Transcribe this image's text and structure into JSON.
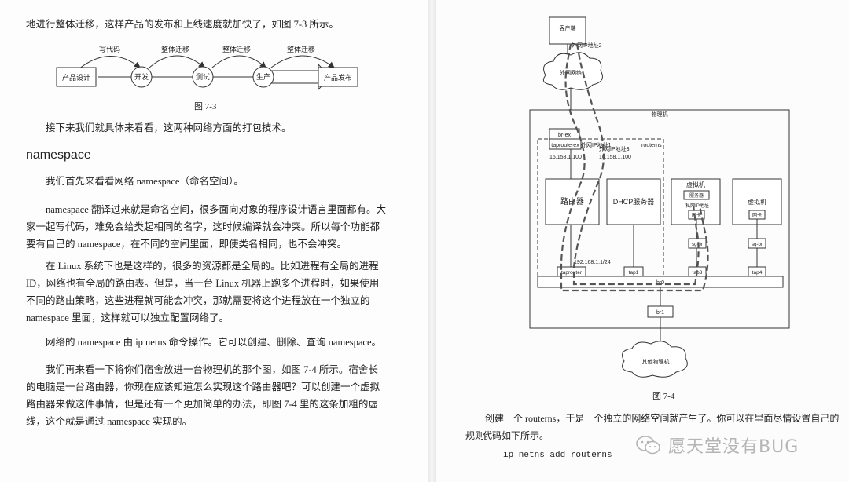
{
  "left": {
    "intro": "地进行整体迁移，这样产品的发布和上线速度就加快了，如图 7-3 所示。",
    "figure73": {
      "nodes": [
        "产品设计",
        "开发",
        "测试",
        "生产",
        "产品发布"
      ],
      "arrows": [
        "写代码",
        "整体迁移",
        "整体迁移",
        "整体迁移"
      ],
      "caption": "图 7-3"
    },
    "p1": "接下来我们就具体来看看，这两种网络方面的打包技术。",
    "heading": "namespace",
    "p2": "我们首先来看看网络 namespace（命名空间）。",
    "p3": "namespace 翻译过来就是命名空间，很多面向对象的程序设计语言里面都有。大家一起写代码，难免会给类起相同的名字，这时候编译就会冲突。所以每个功能都要有自己的 namespace，在不同的空间里面，即使类名相同，也不会冲突。",
    "p4": "在 Linux 系统下也是这样的，很多的资源都是全局的。比如进程有全局的进程 ID，网络也有全局的路由表。但是，当一台 Linux 机器上跑多个进程时，如果使用不同的路由策略，这些进程就可能会冲突，那就需要将这个进程放在一个独立的 namespace 里面，这样就可以独立配置网络了。",
    "p5": "网络的 namespace 由 ip netns 命令操作。它可以创建、删除、查询 namespace。",
    "p6": "我们再来看一下将你们宿舍放进一台物理机的那个图，如图 7-4 所示。宿舍长的电脑是一台路由器，你现在应该知道怎么实现这个路由器吧？可以创建一个虚拟路由器来做这件事情，但是还有一个更加简单的办法，即图 7-4 里的这条加粗的虚线，这个就是通过 namespace 实现的。"
  },
  "right": {
    "figure74": {
      "client": "客户端",
      "client_ip": "外网IP地址2",
      "internet": "外网网络",
      "physical": "物理机",
      "brex": "br-ex",
      "taprouterex": "taprouterex",
      "ext_ip1": "外网IP地址1",
      "ext_ip3": "外网IP地址3",
      "ip1": "16.158.1.100",
      "ip3": "16.158.1.100",
      "routerns": "routerns",
      "router": "路由器",
      "dhcp": "DHCP服务器",
      "vm1": "虚拟机",
      "server": "服务器",
      "private_ip": "私网IP地址",
      "nic1": "网卡",
      "vm2": "虚拟机",
      "nic2": "网卡",
      "sgbr1": "sg-br",
      "sgbr2": "sg-br",
      "ipin": "192.168.1.1/24",
      "taprouter": "taprouter",
      "tap1": "tap1",
      "tap3": "tap3",
      "tap4": "tap4",
      "br0": "br0",
      "br1": "br1",
      "other": "其他物理机",
      "caption": "图 7-4"
    },
    "p1": "创建一个 routerns，于是一个独立的网络空间就产生了。你可以在里面尽情设置自己的规则。",
    "p2": "代码如下所示。",
    "code": "ip netns add routerns"
  },
  "watermark": {
    "text": "愿天堂没有BUG",
    "icon": "wechat-icon"
  }
}
